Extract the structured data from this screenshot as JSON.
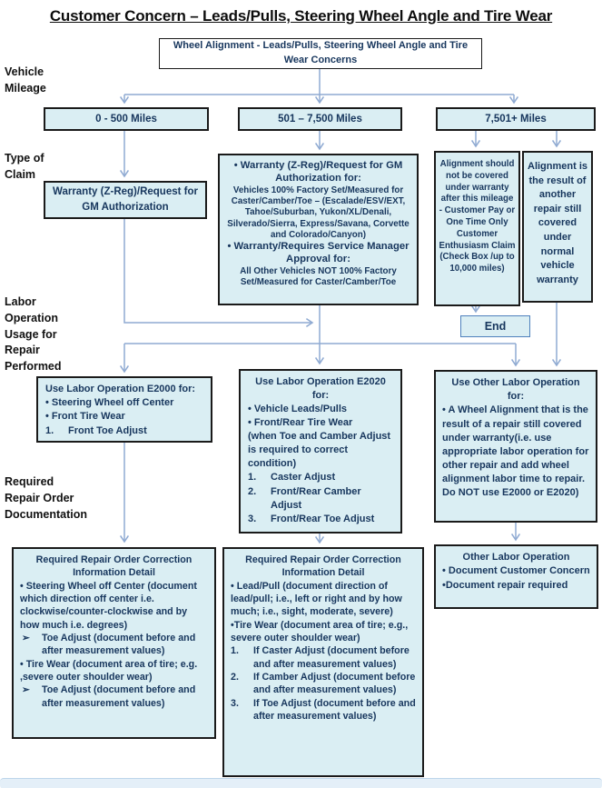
{
  "title": "Customer Concern – Leads/Pulls, Steering Wheel Angle and Tire Wear",
  "colors": {
    "box_fill": "#daeef3",
    "box_border": "#1a1a1a",
    "box_text": "#17365d",
    "connector": "#8faad2",
    "end_box_border": "#4f81bd",
    "title_text": "#0d0d0d"
  },
  "row_labels": {
    "vehicle_mileage": "Vehicle Mileage",
    "type_of_claim": "Type of Claim",
    "labor_operation": "Labor Operation Usage for Repair Performed",
    "required_repair": "Required Repair Order Documentation"
  },
  "nodes": {
    "root": {
      "text": "Wheel Alignment - Leads/Pulls, Steering Wheel Angle and Tire Wear Concerns"
    },
    "mileage_0_500": {
      "text": "0 - 500 Miles"
    },
    "mileage_501_7500": {
      "text": "501 – 7,500 Miles"
    },
    "mileage_7501_plus": {
      "text": "7,501+ Miles"
    },
    "warranty_zreg": {
      "text": "Warranty (Z-Reg)/Request for GM  Authorization"
    },
    "claim_middle": {
      "lines": [
        "• Warranty (Z-Reg)/Request for GM Authorization for:",
        "Vehicles 100% Factory Set/Measured for Caster/Camber/Toe – (Escalade/ESV/EXT, Tahoe/Suburban, Yukon/XL/Denali, Silverado/Sierra, Express/Savana,  Corvette and Colorado/Canyon)",
        "• Warranty/Requires Service Manager Approval for:",
        "All Other Vehicles NOT 100% Factory Set/Measured for Caster/Camber/Toe"
      ]
    },
    "claim_customer_pay": {
      "text": "Alignment should not be covered under warranty after this mileage - Customer Pay or  One Time Only Customer Enthusiasm Claim (Check Box /up to 10,000 miles)"
    },
    "claim_other_repair": {
      "text": "Alignment is the result of another repair still covered under normal vehicle warranty"
    },
    "end": {
      "text": "End"
    },
    "e2000": {
      "heading": "Use Labor Operation E2000 for:",
      "bullets": [
        "• Steering Wheel off Center",
        "• Front Tire Wear"
      ],
      "numbered": [
        {
          "num": "1.",
          "text": "Front Toe Adjust"
        }
      ]
    },
    "e2020": {
      "heading": "Use Labor Operation E2020 for:",
      "bullets": [
        "• Vehicle Leads/Pulls",
        "• Front/Rear Tire Wear"
      ],
      "note": "(when Toe and Camber Adjust is required to correct condition)",
      "numbered": [
        {
          "num": "1.",
          "text": "Caster Adjust"
        },
        {
          "num": "2.",
          "text": "Front/Rear Camber Adjust"
        },
        {
          "num": "3.",
          "text": "Front/Rear Toe Adjust"
        }
      ]
    },
    "use_other": {
      "heading": "Use Other Labor Operation for:",
      "body": "• A Wheel Alignment that is the result of a repair still covered under warranty(i.e. use appropriate labor operation for other repair and add wheel alignment labor time to repair. Do NOT use E2000 or E2020)"
    },
    "doc_left": {
      "heading": "Required Repair Order Correction Information Detail",
      "bullet1": "•  Steering Wheel off Center (document which direction off center i.e. clockwise/counter-clockwise and by how much i.e. degrees)",
      "arrow1": {
        "glyph": "➢",
        "text": "Toe Adjust (document before and after measurement values)"
      },
      "bullet2": "• Tire Wear (document area of tire; e.g. ,severe outer shoulder wear)",
      "arrow2": {
        "glyph": "➢",
        "text": "Toe Adjust (document before and after measurement values)"
      }
    },
    "doc_middle": {
      "heading": "Required Repair Order Correction Information Detail",
      "bullets": [
        "• Lead/Pull (document direction of lead/pull; i.e., left or right and by how much; i.e., sight, moderate, severe)",
        "•Tire Wear (document area of tire; e.g., severe outer shoulder wear)"
      ],
      "numbered": [
        {
          "num": "1.",
          "text": "If Caster Adjust (document before and after measurement values)"
        },
        {
          "num": "2.",
          "text": "If Camber Adjust (document before and after measurement values)"
        },
        {
          "num": "3.",
          "text": "If Toe Adjust (document before and after measurement values)"
        }
      ]
    },
    "doc_right": {
      "heading": "Other Labor Operation",
      "bullets": [
        "• Document Customer Concern",
        "•Document repair required"
      ]
    }
  }
}
